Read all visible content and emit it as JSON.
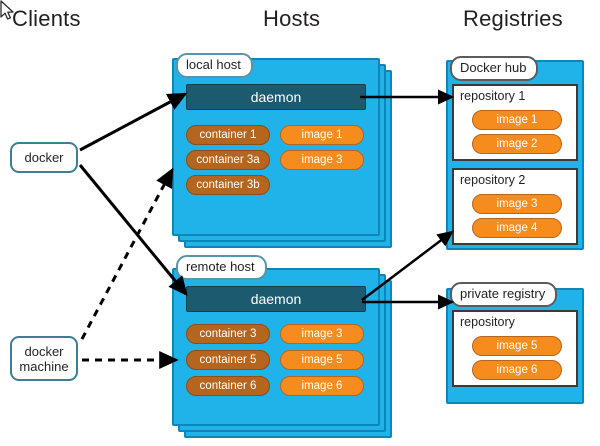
{
  "columns": {
    "clients": "Clients",
    "hosts": "Hosts",
    "registries": "Registries"
  },
  "clients": [
    {
      "name": "docker-client",
      "label": "docker"
    },
    {
      "name": "docker-machine-client",
      "label": "docker machine"
    }
  ],
  "hosts": [
    {
      "name": "local-host",
      "label": "local host",
      "daemon": "daemon",
      "containers": [
        "container 1",
        "container 3a",
        "container 3b"
      ],
      "images": [
        "image 1",
        "image 3"
      ]
    },
    {
      "name": "remote-host",
      "label": "remote host",
      "daemon": "daemon",
      "containers": [
        "container 3",
        "container 5",
        "container 6"
      ],
      "images": [
        "image 3",
        "image 5",
        "image 6"
      ]
    }
  ],
  "registries": [
    {
      "name": "docker-hub",
      "label": "Docker hub",
      "repositories": [
        {
          "title": "repository 1",
          "images": [
            "image 1",
            "image 2"
          ]
        },
        {
          "title": "repository 2",
          "images": [
            "image 3",
            "image 4"
          ]
        }
      ]
    },
    {
      "name": "private-registry",
      "label": "private registry",
      "repositories": [
        {
          "title": "repository",
          "images": [
            "image 5",
            "image 6"
          ]
        }
      ]
    }
  ],
  "colors": {
    "host_fill": "#1fb3e9",
    "host_border": "#0f86b8",
    "daemon_fill": "#1c5a70",
    "container_fill": "#b5651d",
    "image_fill": "#f78c1e",
    "client_border": "#3e7d94",
    "arrow": "#000000",
    "background": "#ffffff"
  },
  "connections": [
    {
      "from": "docker",
      "to": "local host daemon",
      "style": "solid"
    },
    {
      "from": "docker",
      "to": "remote host daemon",
      "style": "solid"
    },
    {
      "from": "docker machine",
      "to": "local host",
      "style": "dashed"
    },
    {
      "from": "docker machine",
      "to": "remote host",
      "style": "dashed"
    },
    {
      "from": "local host daemon",
      "to": "repository 1",
      "style": "solid"
    },
    {
      "from": "remote host daemon",
      "to": "repository 2",
      "style": "solid"
    },
    {
      "from": "remote host daemon",
      "to": "private registry",
      "style": "solid"
    }
  ]
}
